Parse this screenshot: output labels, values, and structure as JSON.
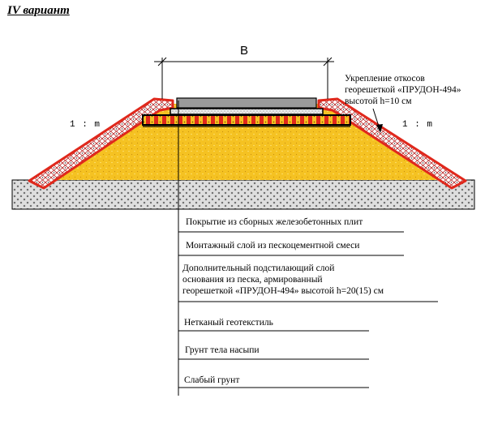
{
  "title": "IV вариант",
  "dimension_label": "B",
  "slope_left": "1 : m",
  "slope_right": "1 : m",
  "annotation": [
    "Укрепление откосов",
    "георешеткой «ПРУДОН-494»",
    "высотой h=10 см"
  ],
  "layers": [
    {
      "lines": [
        "Покрытие из сборных железобетонных плит"
      ]
    },
    {
      "lines": [
        "Монтажный слой из пескоцементной смеси"
      ]
    },
    {
      "lines": [
        "Дополнительный подстилающий слой",
        "основания из песка, армированный",
        "георешеткой «ПРУДОН-494» высотой h=20(15) см"
      ]
    },
    {
      "lines": [
        "Нетканый геотекстиль"
      ]
    },
    {
      "lines": [
        "Грунт тела насыпи"
      ]
    },
    {
      "lines": [
        "Слабый грунт"
      ]
    }
  ],
  "colors": {
    "fill_sand": "#f5c222",
    "geogrid": "#e0281c",
    "ground": "#dcdcdc",
    "slab": "#9a9a9a"
  }
}
